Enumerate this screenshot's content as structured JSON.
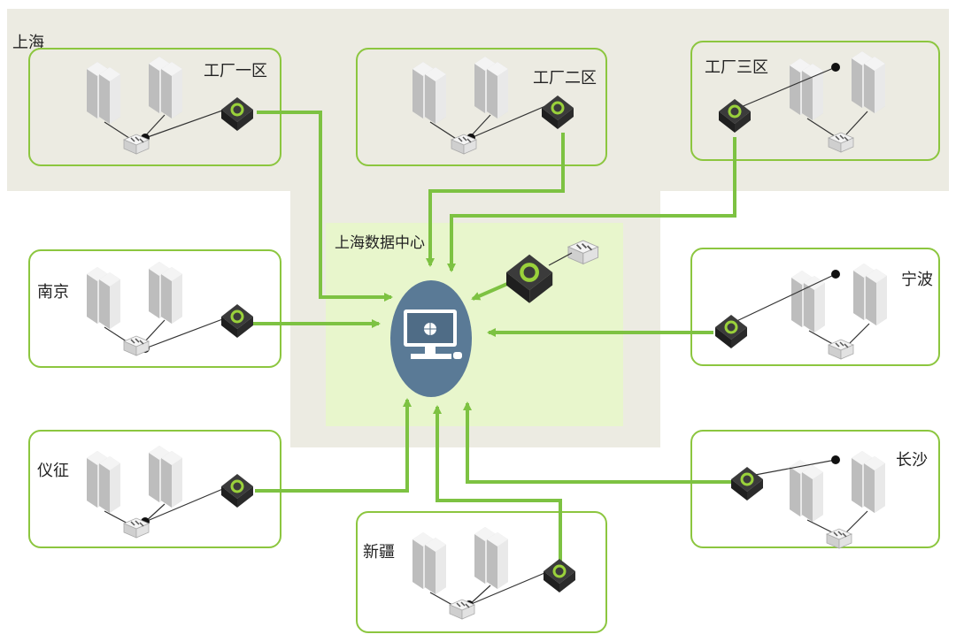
{
  "region": {
    "label": "上海"
  },
  "datacenter": {
    "label": "上海数据中心",
    "icon": "server-monitor-icon"
  },
  "sites": [
    {
      "id": "factory-1",
      "label": "工厂一区"
    },
    {
      "id": "factory-2",
      "label": "工厂二区"
    },
    {
      "id": "factory-3",
      "label": "工厂三区"
    },
    {
      "id": "nanjing",
      "label": "南京"
    },
    {
      "id": "ningbo",
      "label": "宁波"
    },
    {
      "id": "yizheng",
      "label": "仪征"
    },
    {
      "id": "changsha",
      "label": "长沙"
    },
    {
      "id": "xinjiang",
      "label": "新疆"
    }
  ],
  "colors": {
    "link": "#7dc242",
    "site_border": "#8cc63f",
    "region_bg": "#ecebe2",
    "dc_bg": "#e8f6cc",
    "hub": "#5a7a96"
  }
}
